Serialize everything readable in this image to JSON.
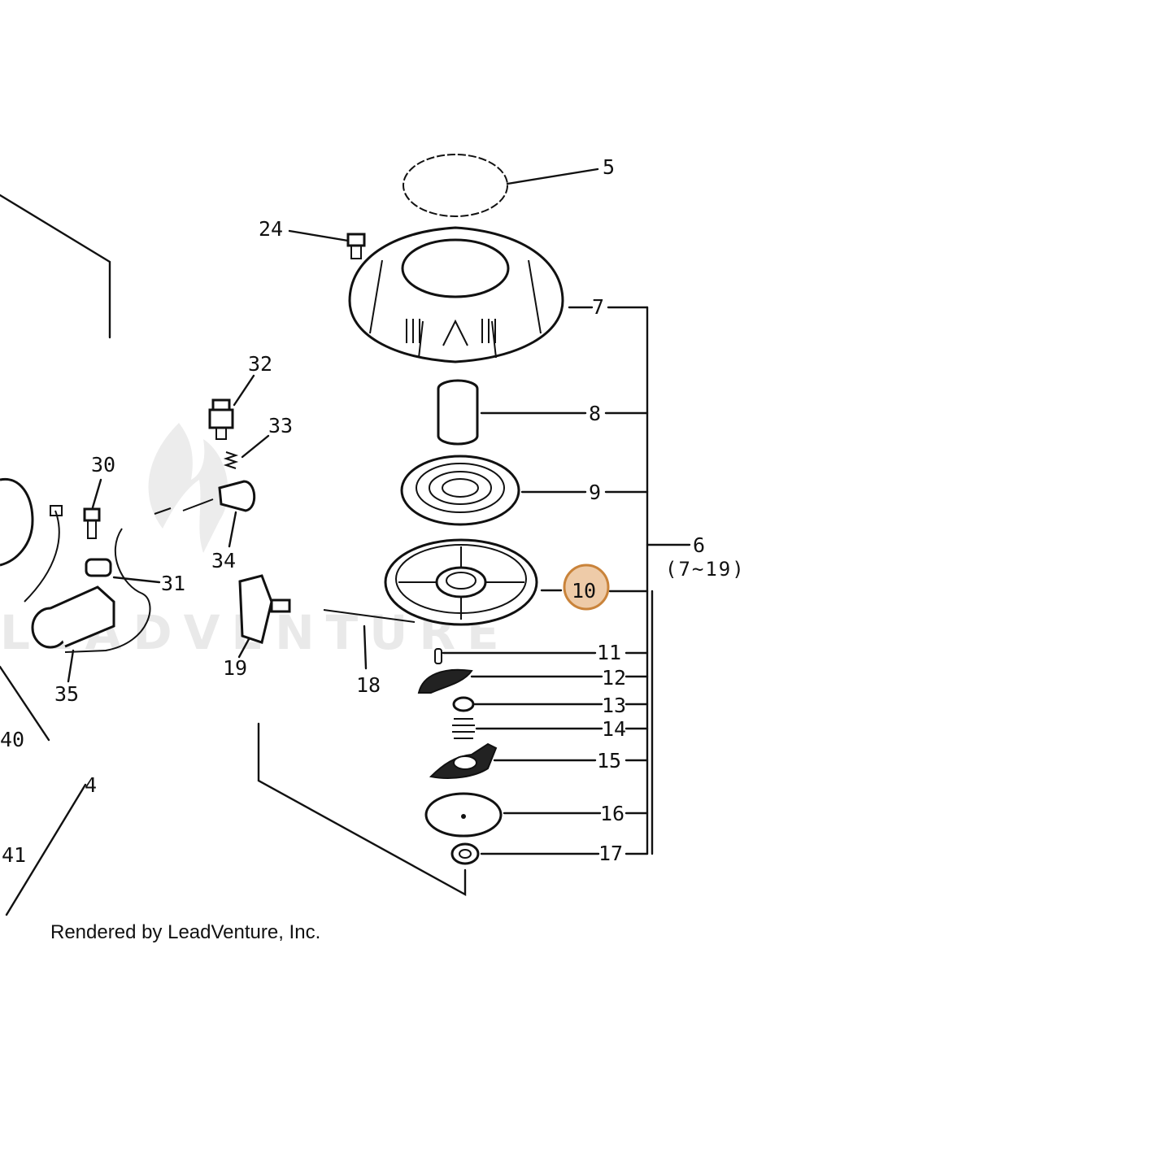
{
  "diagram": {
    "callouts": {
      "p5": "5",
      "p24": "24",
      "p7": "7",
      "p32": "32",
      "p33": "33",
      "p8": "8",
      "p30": "30",
      "p9": "9",
      "p6": "6",
      "p6_range": "(7~19)",
      "p34": "34",
      "p31": "31",
      "p10": "10",
      "p19": "19",
      "p18": "18",
      "p35": "35",
      "p11": "11",
      "p12": "12",
      "p13": "13",
      "p14": "14",
      "p15": "15",
      "p16": "16",
      "p17": "17",
      "p40": "40",
      "p4": "4",
      "p41": "41"
    },
    "highlighted_part": "10",
    "highlight_color": "#e0a060",
    "watermark": "LEADVENTURE",
    "credit": "Rendered by LeadVenture, Inc."
  }
}
